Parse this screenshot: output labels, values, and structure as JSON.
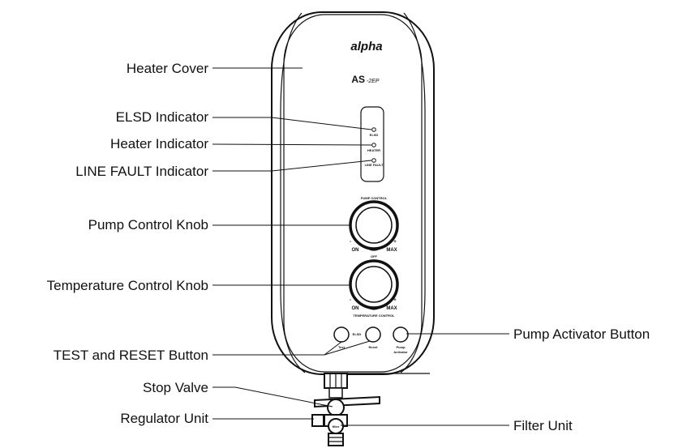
{
  "labels": {
    "heater_cover": "Heater Cover",
    "elsd_indicator": "ELSD Indicator",
    "heater_indicator": "Heater Indicator",
    "line_fault_indicator": "LINE FAULT Indicator",
    "pump_control_knob": "Pump Control Knob",
    "temperature_control_knob": "Temperature Control Knob",
    "test_reset_button": "TEST and RESET Button",
    "stop_valve": "Stop Valve",
    "regulator_unit": "Regulator Unit",
    "pump_activator_button": "Pump Activator Button",
    "filter_unit": "Filter Unit"
  },
  "device": {
    "brand": "alpha",
    "model": "AS",
    "model_suffix": "-2EP",
    "indicator_labels": [
      "ELSD",
      "HEATER",
      "LINE FAULT"
    ],
    "pump_control_title": "PUMP CONTROL",
    "temperature_control_title": "TEMPERATURE CONTROL",
    "knob_on": "ON",
    "knob_off": "OFF",
    "knob_max": "MAX",
    "knob_minus": "-",
    "knob_plus": "+",
    "elsd_label": "ELSD",
    "test_label": "Test",
    "reset_label": "Reset",
    "pump_activator_line1": "Pump",
    "pump_activator_line2": "Activator",
    "filter_mark": "filter"
  }
}
